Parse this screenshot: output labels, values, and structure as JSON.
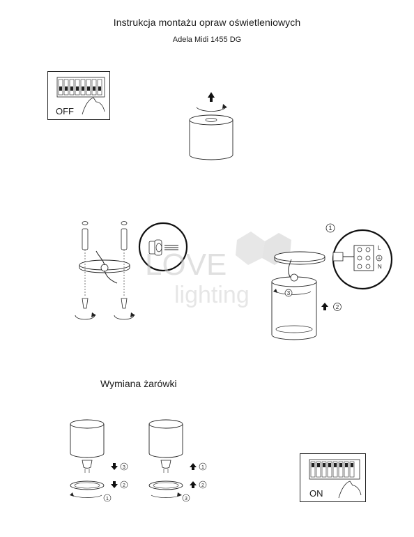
{
  "document": {
    "title": "Instrukcja montażu opraw oświetleniowych",
    "subtitle": "Adela Midi 1455 DG"
  },
  "steps": {
    "power_off_label": "OFF",
    "power_on_label": "ON",
    "terminal_labels": [
      "L",
      "N"
    ],
    "step_numbers": [
      "1",
      "2",
      "3"
    ]
  },
  "bulb_section": {
    "title": "Wymiana żarówki"
  },
  "watermark": {
    "text_main": "LOVE",
    "text_sub": "lighting"
  }
}
